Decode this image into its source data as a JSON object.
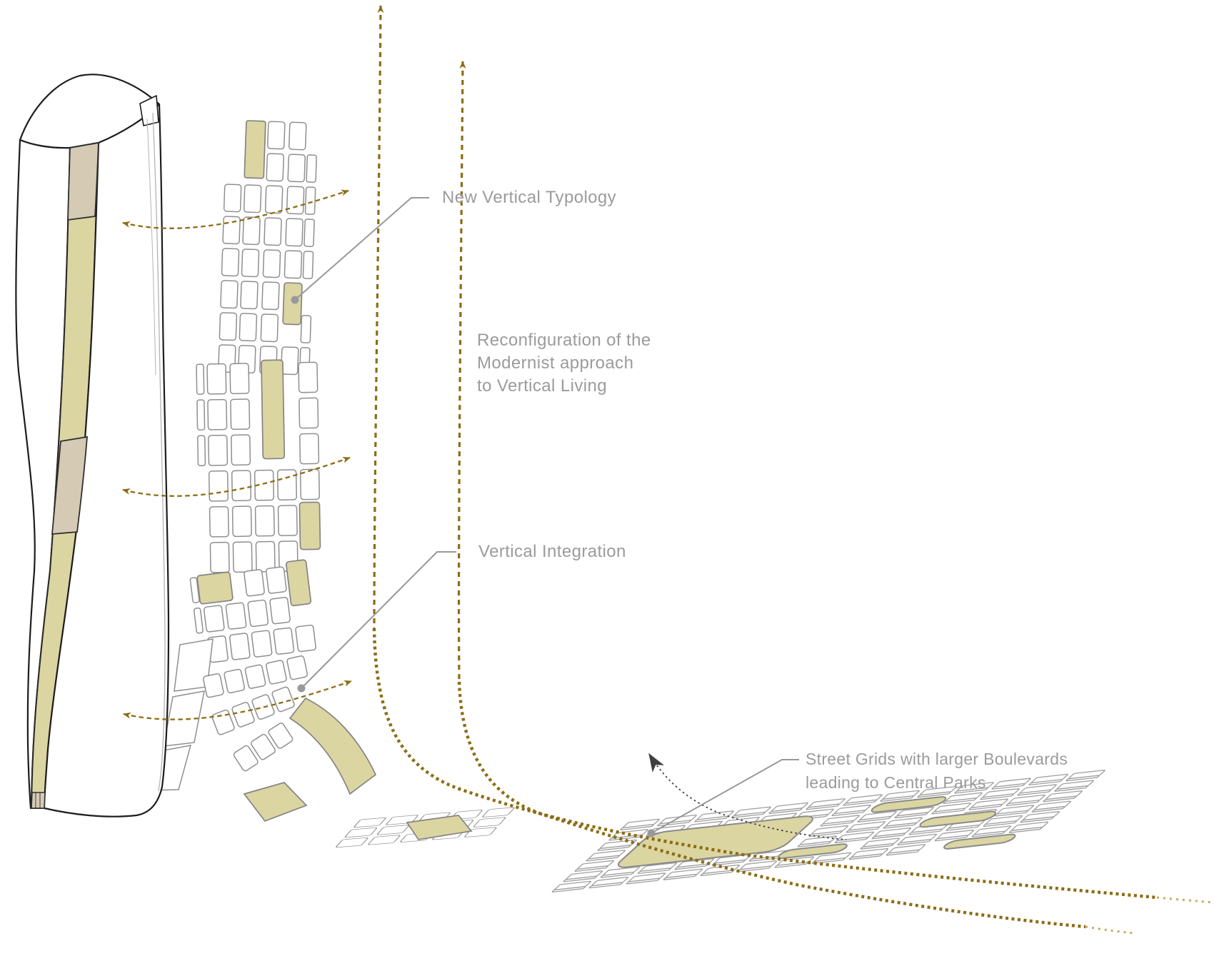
{
  "diagram": {
    "title": "Vertical urbanism concept diagram",
    "labels": {
      "new_vertical_typology": "New Vertical Typology",
      "reconfiguration_1": "Reconfiguration of the",
      "reconfiguration_2": "Modernist approach",
      "reconfiguration_3": "to Vertical Living",
      "vertical_integration": "Vertical Integration",
      "street_grids_1": "Street Grids with larger Boulevards",
      "street_grids_2": "leading to Central Parks"
    },
    "colors": {
      "olive": "#dbd5a2",
      "tan": "#d5cab4",
      "outline": "#8f8f8f",
      "tower_outline": "#1c1c1c",
      "gold": "#8d6c13",
      "gold_light": "#c9ab5e",
      "label": "#9b9b9e",
      "leader": "#98989c",
      "black_dots": "#3f3f3f"
    }
  }
}
